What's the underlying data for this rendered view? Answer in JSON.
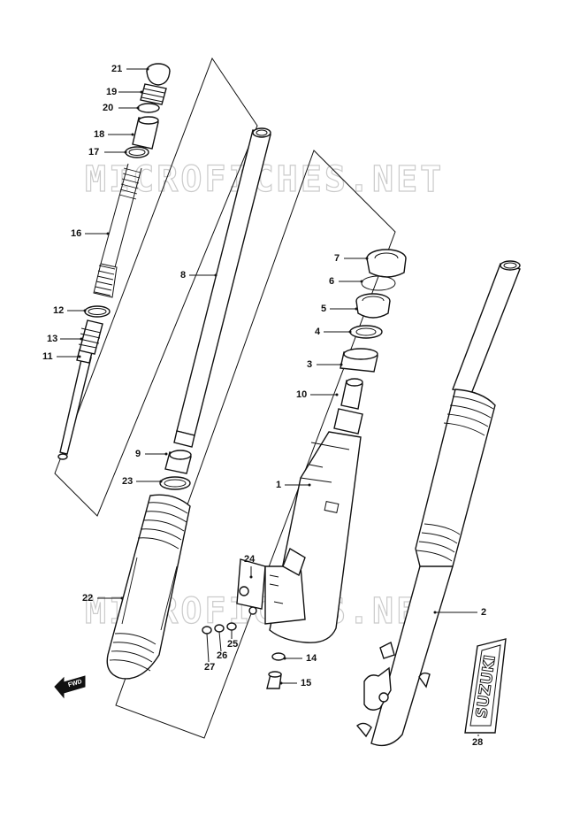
{
  "watermark": "MICROFICHES.NET",
  "fwd_marker": "FWD",
  "badge_text": "SUZUKI",
  "callouts": [
    {
      "id": "21",
      "label": "21"
    },
    {
      "id": "19",
      "label": "19"
    },
    {
      "id": "20",
      "label": "20"
    },
    {
      "id": "18",
      "label": "18"
    },
    {
      "id": "17",
      "label": "17"
    },
    {
      "id": "16",
      "label": "16"
    },
    {
      "id": "12",
      "label": "12"
    },
    {
      "id": "13",
      "label": "13"
    },
    {
      "id": "11",
      "label": "11"
    },
    {
      "id": "8",
      "label": "8"
    },
    {
      "id": "9",
      "label": "9"
    },
    {
      "id": "23",
      "label": "23"
    },
    {
      "id": "22",
      "label": "22"
    },
    {
      "id": "7",
      "label": "7"
    },
    {
      "id": "6",
      "label": "6"
    },
    {
      "id": "5",
      "label": "5"
    },
    {
      "id": "4",
      "label": "4"
    },
    {
      "id": "3",
      "label": "3"
    },
    {
      "id": "10",
      "label": "10"
    },
    {
      "id": "1",
      "label": "1"
    },
    {
      "id": "24",
      "label": "24"
    },
    {
      "id": "25",
      "label": "25"
    },
    {
      "id": "26",
      "label": "26"
    },
    {
      "id": "27",
      "label": "27"
    },
    {
      "id": "14",
      "label": "14"
    },
    {
      "id": "15",
      "label": "15"
    },
    {
      "id": "2",
      "label": "2"
    },
    {
      "id": "28",
      "label": "28"
    }
  ]
}
